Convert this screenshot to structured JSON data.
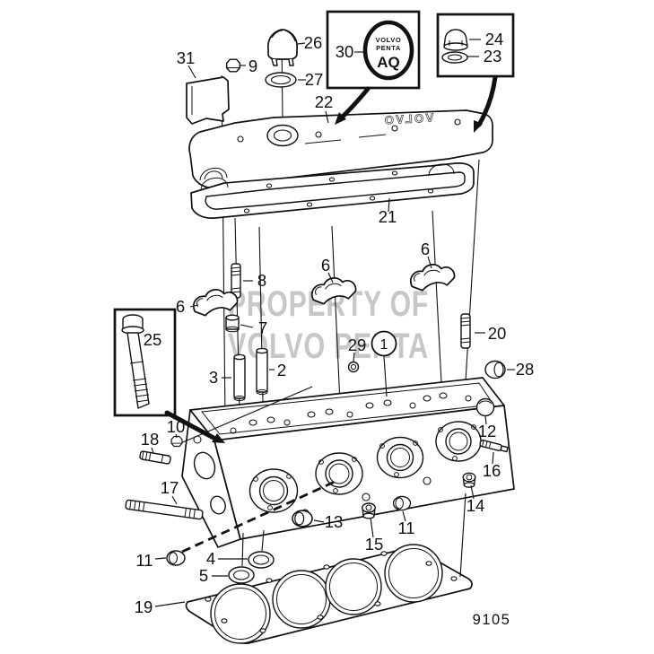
{
  "figure": {
    "drawing_number": "9105",
    "watermark": {
      "line1": "PROPERTY OF",
      "line2": "VOLVO PENTA"
    },
    "emblem": {
      "brand_top": "VOLVO",
      "brand_bottom": "PENTA",
      "model": "AQ"
    },
    "cover_embossed_text": "VOLVO",
    "colors": {
      "ink": "#111111",
      "watermark": "#c7c7c7"
    }
  },
  "callouts": {
    "c1": "1",
    "c2": "2",
    "c3": "3",
    "c4": "4",
    "c5": "5",
    "c6": "6",
    "c7": "7",
    "c8": "8",
    "c9": "9",
    "c10": "10",
    "c11": "11",
    "c12": "12",
    "c13": "13",
    "c14": "14",
    "c15": "15",
    "c16": "16",
    "c17": "17",
    "c18": "18",
    "c19": "19",
    "c20": "20",
    "c21": "21",
    "c22": "22",
    "c23": "23",
    "c24": "24",
    "c25": "25",
    "c26": "26",
    "c27": "27",
    "c28": "28",
    "c29": "29",
    "c30": "30",
    "c31": "31"
  }
}
